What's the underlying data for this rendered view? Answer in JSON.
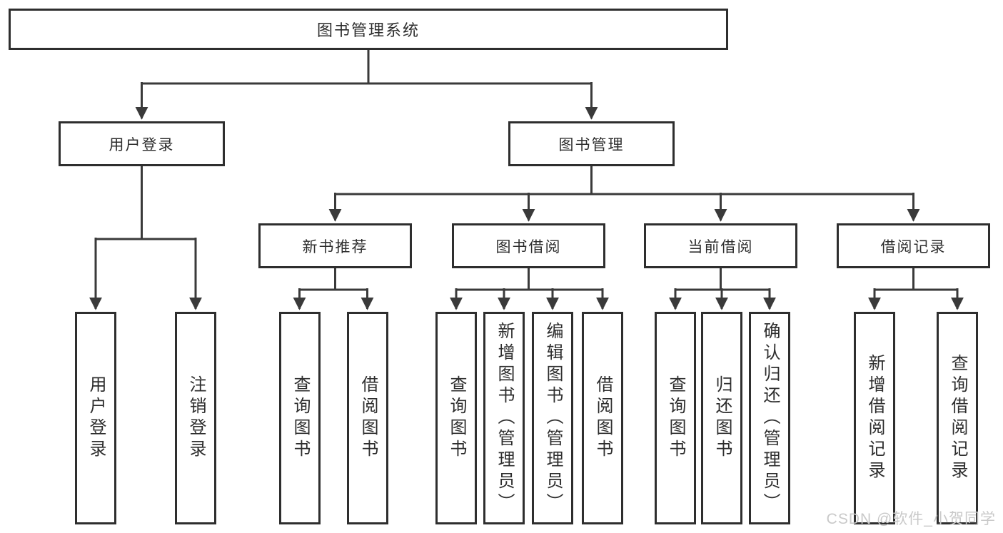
{
  "diagram": {
    "root": {
      "label": "图书管理系统",
      "children": [
        {
          "label": "用户登录",
          "children": [
            {
              "label": "用户登录"
            },
            {
              "label": "注销登录"
            }
          ]
        },
        {
          "label": "图书管理",
          "children": [
            {
              "label": "新书推荐",
              "children": [
                {
                  "label": "查询图书"
                },
                {
                  "label": "借阅图书"
                }
              ]
            },
            {
              "label": "图书借阅",
              "children": [
                {
                  "label": "查询图书"
                },
                {
                  "label": "新增图书（管理员）"
                },
                {
                  "label": "编辑图书（管理员）"
                },
                {
                  "label": "借阅图书"
                }
              ]
            },
            {
              "label": "当前借阅",
              "children": [
                {
                  "label": "查询图书"
                },
                {
                  "label": "归还图书"
                },
                {
                  "label": "确认归还（管理员）"
                }
              ]
            },
            {
              "label": "借阅记录",
              "children": [
                {
                  "label": "新增借阅记录"
                },
                {
                  "label": "查询借阅记录"
                }
              ]
            }
          ]
        }
      ]
    }
  },
  "watermark": {
    "text": "CSDN @软件_小贺同学"
  },
  "colors": {
    "line": "#3a3a3a",
    "box_border": "#2e2e2e",
    "text": "#2d2d2d",
    "watermark": "#c9c9c9",
    "background": "#ffffff"
  }
}
